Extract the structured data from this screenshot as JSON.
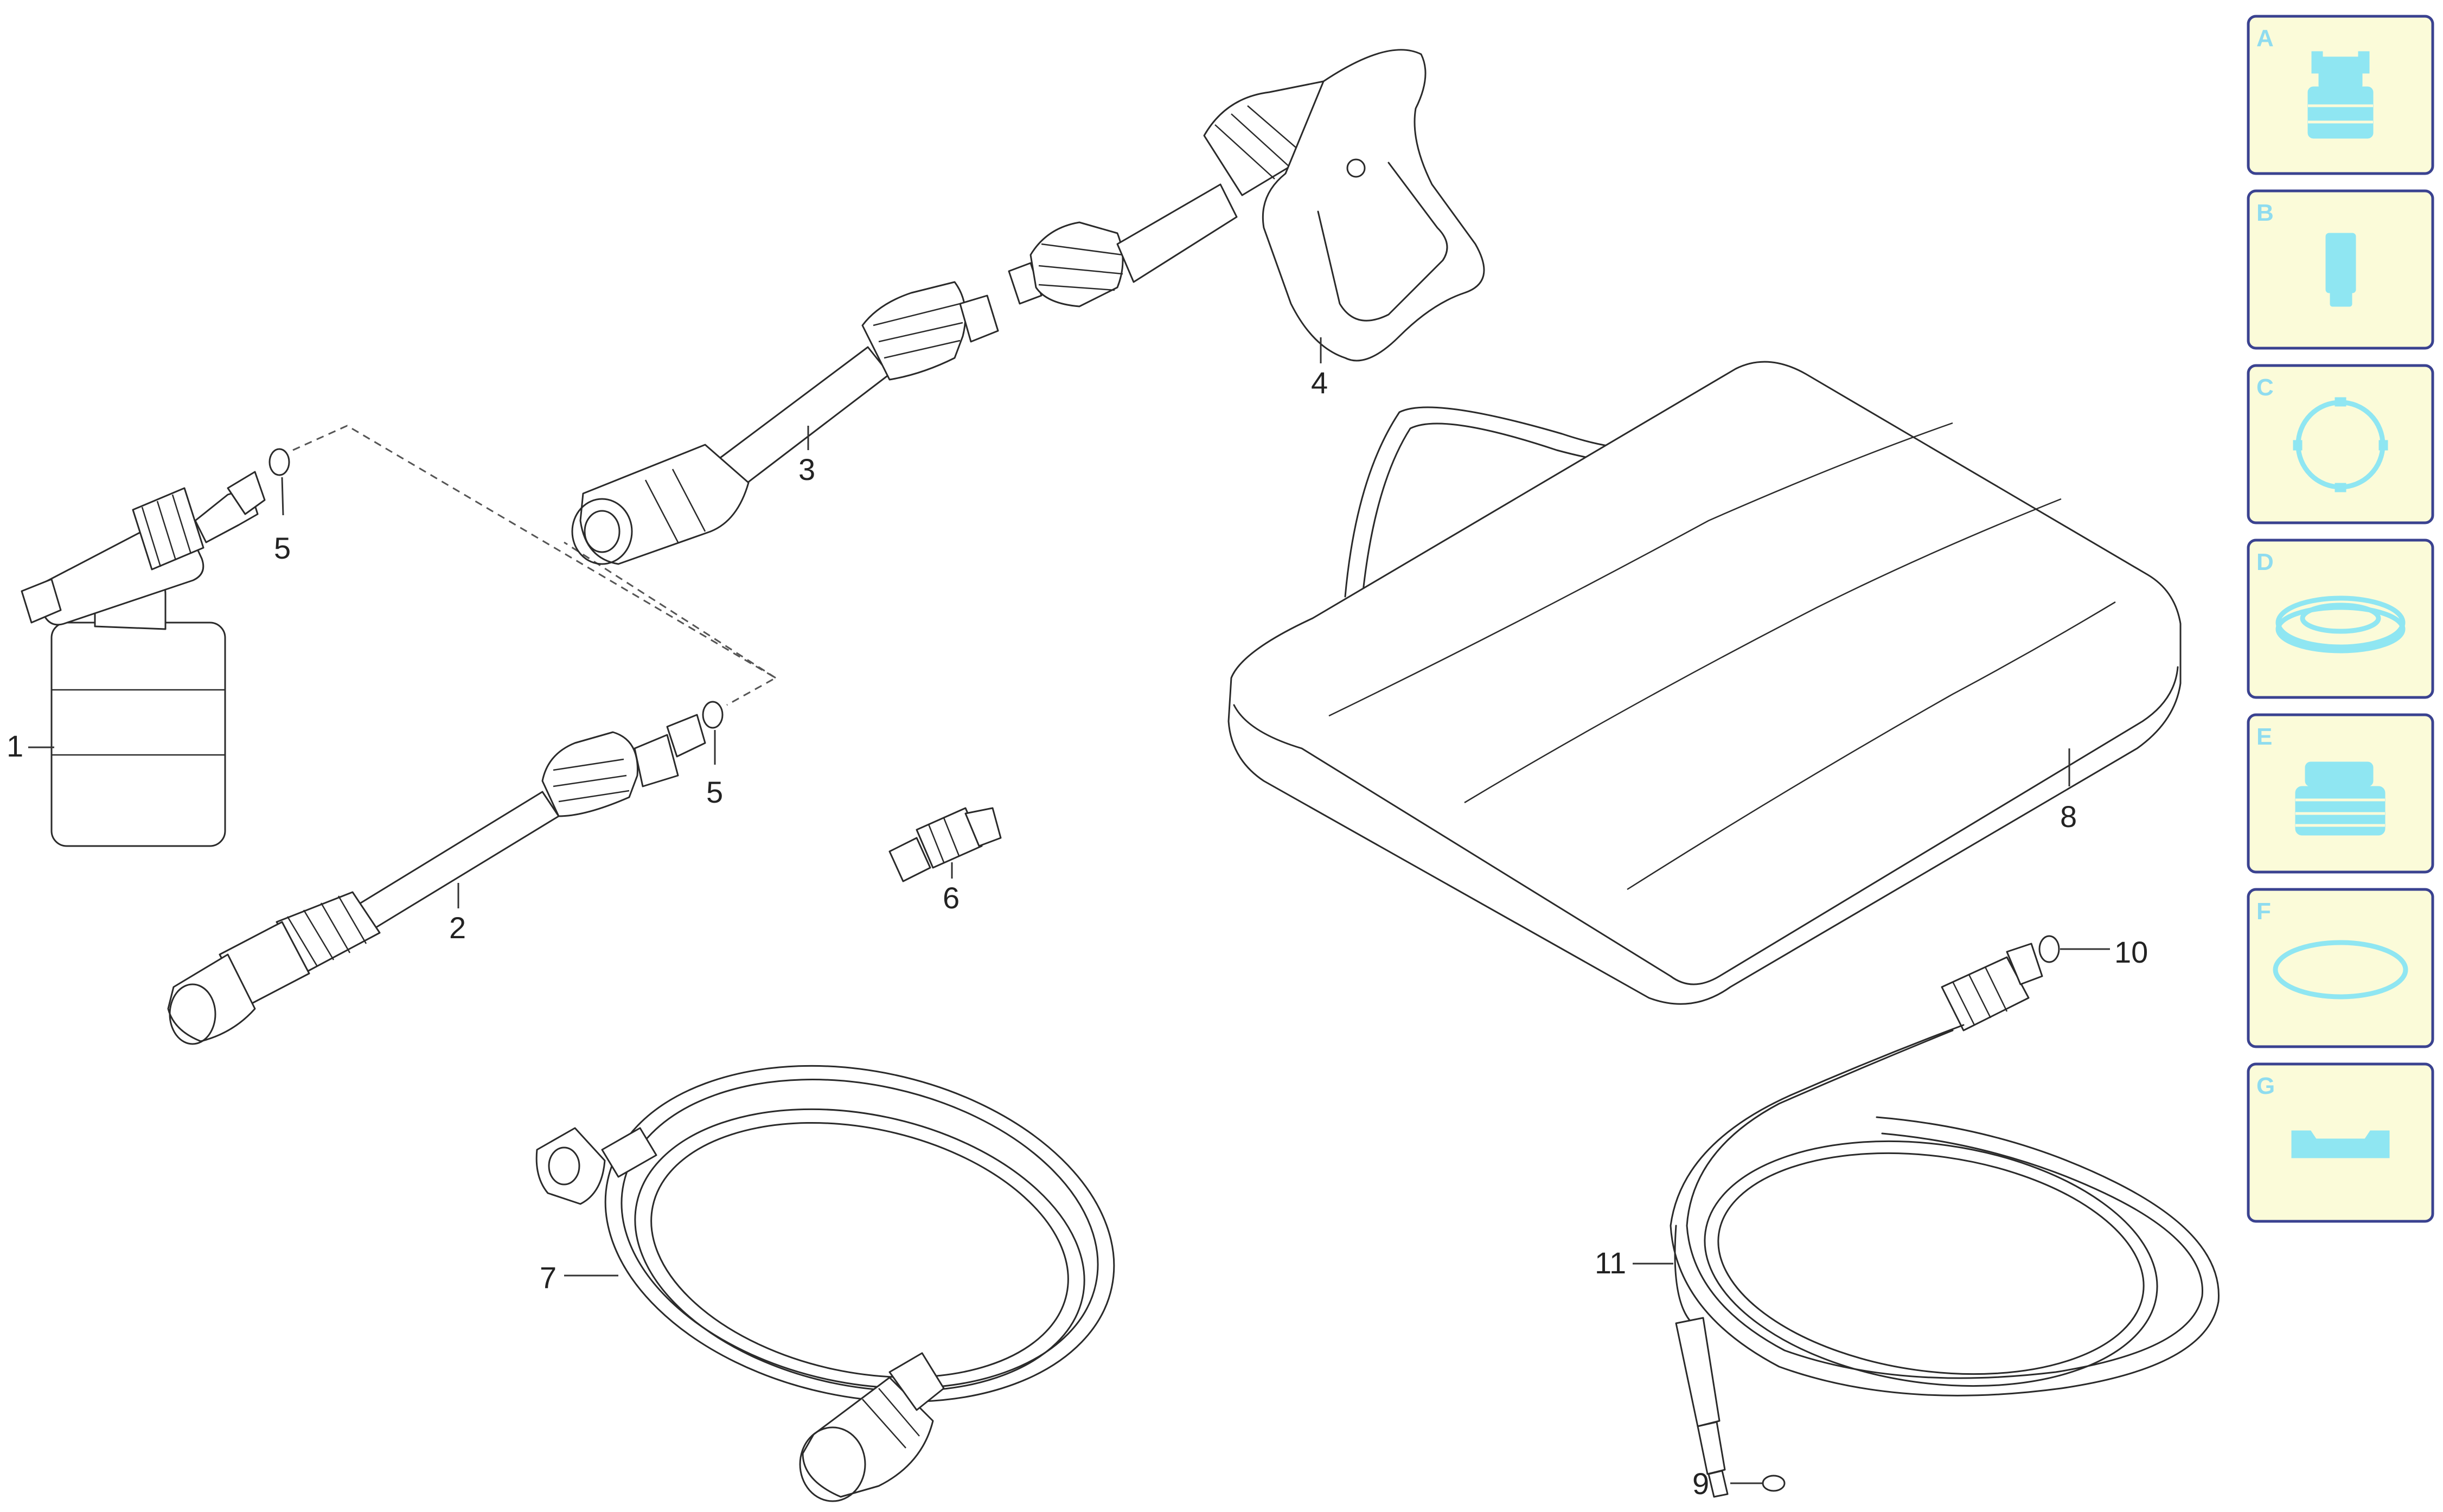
{
  "callouts": {
    "c1": "1",
    "c2": "2",
    "c3": "3",
    "c4": "4",
    "c5a": "5",
    "c5b": "5",
    "c6": "6",
    "c7": "7",
    "c8": "8",
    "c9": "9",
    "c10": "10",
    "c11": "11"
  },
  "legend": {
    "tiles": [
      {
        "letter": "A",
        "icon": "nozzle-cap-icon"
      },
      {
        "letter": "B",
        "icon": "cylinder-insert-icon"
      },
      {
        "letter": "C",
        "icon": "ring-with-lugs-icon"
      },
      {
        "letter": "D",
        "icon": "flat-washer-icon"
      },
      {
        "letter": "E",
        "icon": "ribbed-sleeve-icon"
      },
      {
        "letter": "F",
        "icon": "o-ring-icon"
      },
      {
        "letter": "G",
        "icon": "clip-plate-icon"
      }
    ]
  },
  "colors": {
    "legend_fill": "#fbfbd9",
    "legend_border": "#3a4290",
    "legend_accent": "#8fe6f2",
    "line": "#2a2a2a"
  }
}
